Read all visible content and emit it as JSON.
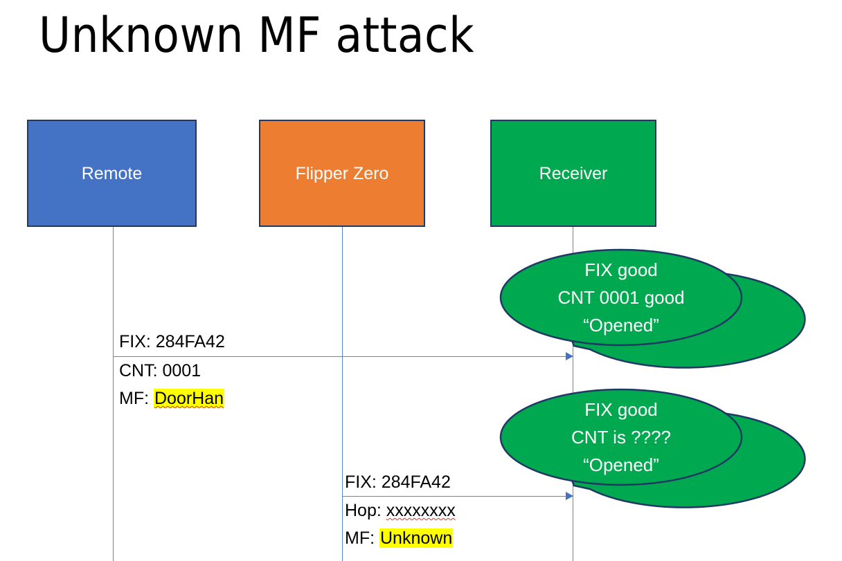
{
  "slide": {
    "title": "Unknown MF attack",
    "background_color": "#FFFFFF"
  },
  "actors": [
    {
      "id": "remote",
      "label": "Remote",
      "color": "#4472C4",
      "border_color": "#1F3864"
    },
    {
      "id": "flipper",
      "label": "Flipper Zero",
      "color": "#ED7D31",
      "border_color": "#1F3864"
    },
    {
      "id": "receiver",
      "label": "Receiver",
      "color": "#00A94F",
      "border_color": "#1F3864"
    }
  ],
  "messages": [
    {
      "id": "msg-1",
      "from": "remote",
      "to": "receiver",
      "above_line": "FIX: 284FA42",
      "below_lines": [
        {
          "prefix": "CNT: ",
          "value": "0001",
          "highlight": false,
          "spellcheck_error": false
        },
        {
          "prefix": "MF: ",
          "value": "DoorHan",
          "highlight": true,
          "spellcheck_error": true
        }
      ],
      "line_color": "#5B87C5"
    },
    {
      "id": "msg-2",
      "from": "flipper",
      "to": "receiver",
      "above_line": "FIX: 284FA42",
      "below_lines": [
        {
          "prefix": "Hop: ",
          "value": "xxxxxxxx",
          "highlight": false,
          "spellcheck_error": true
        },
        {
          "prefix": "MF: ",
          "value": "Unknown",
          "highlight": true,
          "spellcheck_error": false
        }
      ],
      "line_color": "#5B87C5"
    }
  ],
  "callouts": [
    {
      "id": "callout-1",
      "anchor": "msg-1",
      "fill": "#00A94F",
      "border_color": "#1F3864",
      "lines": [
        "FIX good",
        "CNT 0001 good",
        "“Opened”"
      ]
    },
    {
      "id": "callout-2",
      "anchor": "msg-2",
      "fill": "#00A94F",
      "border_color": "#1F3864",
      "lines": [
        "FIX good",
        "CNT is ????",
        "“Opened”"
      ]
    }
  ],
  "highlight_color": "#FFFF00",
  "spellcheck_underline_color": "#E03020"
}
